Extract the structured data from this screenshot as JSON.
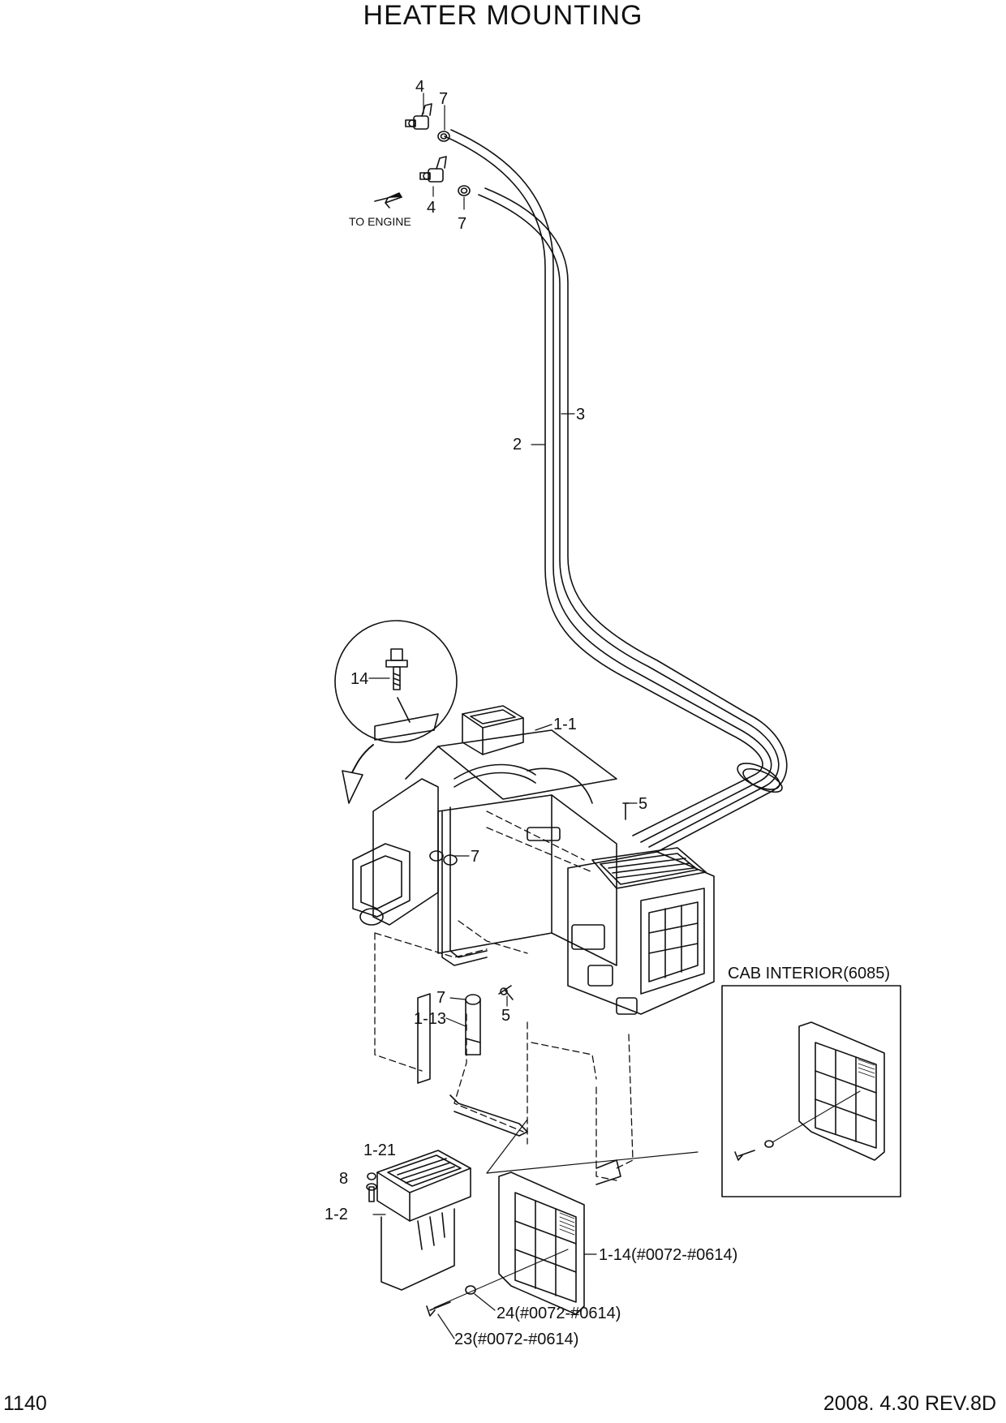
{
  "title": "HEATER MOUNTING",
  "labels": {
    "p4a": "4",
    "p7a": "7",
    "p4b": "4",
    "p7b": "7",
    "to_engine": "TO ENGINE",
    "p3": "3",
    "p2": "2",
    "p14": "14",
    "p1_1": "1-1",
    "p5a": "5",
    "p7c": "7",
    "p7d": "7",
    "p1_13": "1-13",
    "p5b": "5",
    "cab_interior": "CAB INTERIOR(6085)",
    "p1_21": "1-21",
    "p8": "8",
    "p1_2": "1-2",
    "p1_14": "1-14(#0072-#0614)",
    "p24": "24(#0072-#0614)",
    "p23": "23(#0072-#0614)"
  },
  "footer": {
    "page_number": "1140",
    "revision": "2008. 4.30  REV.8D"
  }
}
